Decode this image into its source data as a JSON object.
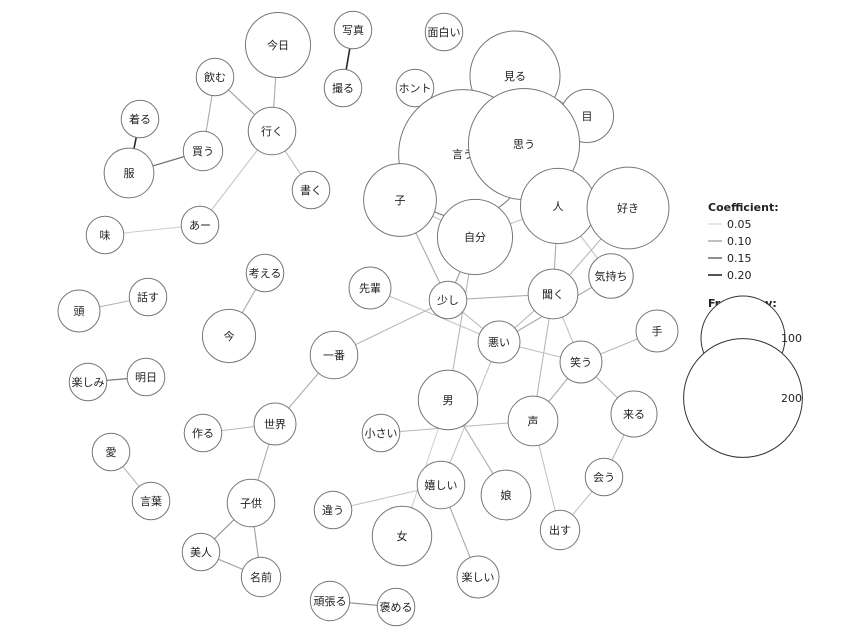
{
  "nodes": [
    {
      "id": "kyou",
      "label": "今日",
      "freq": 60
    },
    {
      "id": "shashin",
      "label": "写真",
      "freq": 20
    },
    {
      "id": "omoshiroi",
      "label": "面白い",
      "freq": 20
    },
    {
      "id": "nomu",
      "label": "飲む",
      "freq": 20
    },
    {
      "id": "toru",
      "label": "撮る",
      "freq": 20
    },
    {
      "id": "honto",
      "label": "ホント",
      "freq": 20
    },
    {
      "id": "miru",
      "label": "見る",
      "freq": 115
    },
    {
      "id": "me",
      "label": "目",
      "freq": 40
    },
    {
      "id": "kiru",
      "label": "着る",
      "freq": 20
    },
    {
      "id": "iku",
      "label": "行く",
      "freq": 32
    },
    {
      "id": "kau",
      "label": "買う",
      "freq": 22
    },
    {
      "id": "iu",
      "label": "言う",
      "freq": 235
    },
    {
      "id": "omou",
      "label": "思う",
      "freq": 175
    },
    {
      "id": "fuku",
      "label": "服",
      "freq": 35
    },
    {
      "id": "kaku",
      "label": "書く",
      "freq": 20
    },
    {
      "id": "ko",
      "label": "子",
      "freq": 75
    },
    {
      "id": "hito",
      "label": "人",
      "freq": 80
    },
    {
      "id": "suki",
      "label": "好き",
      "freq": 95
    },
    {
      "id": "aa",
      "label": "あー",
      "freq": 20
    },
    {
      "id": "aji",
      "label": "味",
      "freq": 20
    },
    {
      "id": "jibun",
      "label": "自分",
      "freq": 80
    },
    {
      "id": "kangaeru",
      "label": "考える",
      "freq": 20
    },
    {
      "id": "kimochi",
      "label": "気持ち",
      "freq": 28
    },
    {
      "id": "senpai",
      "label": "先輩",
      "freq": 25
    },
    {
      "id": "kiku",
      "label": "聞く",
      "freq": 35
    },
    {
      "id": "atama",
      "label": "頭",
      "freq": 25
    },
    {
      "id": "hanasu",
      "label": "話す",
      "freq": 20
    },
    {
      "id": "sukoshi",
      "label": "少し",
      "freq": 20
    },
    {
      "id": "ima",
      "label": "今",
      "freq": 40
    },
    {
      "id": "te",
      "label": "手",
      "freq": 25
    },
    {
      "id": "ichiban",
      "label": "一番",
      "freq": 32
    },
    {
      "id": "warui",
      "label": "悪い",
      "freq": 25
    },
    {
      "id": "warau",
      "label": "笑う",
      "freq": 25
    },
    {
      "id": "tanoshimi",
      "label": "楽しみ",
      "freq": 20
    },
    {
      "id": "ashita",
      "label": "明日",
      "freq": 20
    },
    {
      "id": "otoko",
      "label": "男",
      "freq": 50
    },
    {
      "id": "kuru",
      "label": "来る",
      "freq": 30
    },
    {
      "id": "tsukuru",
      "label": "作る",
      "freq": 20
    },
    {
      "id": "sekai",
      "label": "世界",
      "freq": 25
    },
    {
      "id": "chiisai",
      "label": "小さい",
      "freq": 20
    },
    {
      "id": "koe",
      "label": "声",
      "freq": 35
    },
    {
      "id": "ai",
      "label": "愛",
      "freq": 20
    },
    {
      "id": "au",
      "label": "会う",
      "freq": 20
    },
    {
      "id": "ureshii",
      "label": "嬉しい",
      "freq": 32
    },
    {
      "id": "musume",
      "label": "娘",
      "freq": 35
    },
    {
      "id": "kotoba",
      "label": "言葉",
      "freq": 20
    },
    {
      "id": "kodomo",
      "label": "子供",
      "freq": 32
    },
    {
      "id": "chigau",
      "label": "違う",
      "freq": 20
    },
    {
      "id": "dasu",
      "label": "出す",
      "freq": 22
    },
    {
      "id": "onna",
      "label": "女",
      "freq": 50
    },
    {
      "id": "bijin",
      "label": "美人",
      "freq": 20
    },
    {
      "id": "namae",
      "label": "名前",
      "freq": 22
    },
    {
      "id": "tanoshii",
      "label": "楽しい",
      "freq": 25
    },
    {
      "id": "ganbaru",
      "label": "頑張る",
      "freq": 22
    },
    {
      "id": "homeru",
      "label": "褒める",
      "freq": 20
    }
  ],
  "edges": [
    {
      "a": "kyou",
      "b": "iku",
      "coef": 0.08
    },
    {
      "a": "shashin",
      "b": "toru",
      "coef": 0.22
    },
    {
      "a": "nomu",
      "b": "kau",
      "coef": 0.08
    },
    {
      "a": "nomu",
      "b": "iku",
      "coef": 0.09
    },
    {
      "a": "iku",
      "b": "kaku",
      "coef": 0.07
    },
    {
      "a": "iku",
      "b": "aa",
      "coef": 0.06
    },
    {
      "a": "kiru",
      "b": "fuku",
      "coef": 0.2
    },
    {
      "a": "fuku",
      "b": "kau",
      "coef": 0.13
    },
    {
      "a": "aji",
      "b": "aa",
      "coef": 0.05
    },
    {
      "a": "miru",
      "b": "iu",
      "coef": 0.06
    },
    {
      "a": "miru",
      "b": "omou",
      "coef": 0.07
    },
    {
      "a": "miru",
      "b": "me",
      "coef": 0.07
    },
    {
      "a": "iu",
      "b": "omou",
      "coef": 0.05
    },
    {
      "a": "iu",
      "b": "ko",
      "coef": 0.08
    },
    {
      "a": "iu",
      "b": "hito",
      "coef": 0.09
    },
    {
      "a": "iu",
      "b": "jibun",
      "coef": 0.07
    },
    {
      "a": "omou",
      "b": "jibun",
      "coef": 0.08
    },
    {
      "a": "omou",
      "b": "hito",
      "coef": 0.07
    },
    {
      "a": "ko",
      "b": "jibun",
      "coef": 0.06
    },
    {
      "a": "ko",
      "b": "sukoshi",
      "coef": 0.08
    },
    {
      "a": "hito",
      "b": "suki",
      "coef": 0.08
    },
    {
      "a": "hito",
      "b": "jibun",
      "coef": 0.06
    },
    {
      "a": "hito",
      "b": "kiku",
      "coef": 0.08
    },
    {
      "a": "hito",
      "b": "kimochi",
      "coef": 0.06
    },
    {
      "a": "suki",
      "b": "kiku",
      "coef": 0.07
    },
    {
      "a": "jibun",
      "b": "sukoshi",
      "coef": 0.09
    },
    {
      "a": "jibun",
      "b": "otoko",
      "coef": 0.07
    },
    {
      "a": "kangaeru",
      "b": "ima",
      "coef": 0.08
    },
    {
      "a": "senpai",
      "b": "warui",
      "coef": 0.06
    },
    {
      "a": "kiku",
      "b": "sukoshi",
      "coef": 0.08
    },
    {
      "a": "kiku",
      "b": "warui",
      "coef": 0.07
    },
    {
      "a": "kiku",
      "b": "warau",
      "coef": 0.06
    },
    {
      "a": "kiku",
      "b": "koe",
      "coef": 0.07
    },
    {
      "a": "kimochi",
      "b": "warui",
      "coef": 0.08
    },
    {
      "a": "atama",
      "b": "hanasu",
      "coef": 0.07
    },
    {
      "a": "sukoshi",
      "b": "warui",
      "coef": 0.07
    },
    {
      "a": "sukoshi",
      "b": "ichiban",
      "coef": 0.07
    },
    {
      "a": "warui",
      "b": "ureshii",
      "coef": 0.06
    },
    {
      "a": "warui",
      "b": "warau",
      "coef": 0.06
    },
    {
      "a": "te",
      "b": "warau",
      "coef": 0.07
    },
    {
      "a": "warau",
      "b": "koe",
      "coef": 0.08
    },
    {
      "a": "warau",
      "b": "kuru",
      "coef": 0.07
    },
    {
      "a": "tanoshimi",
      "b": "ashita",
      "coef": 0.12
    },
    {
      "a": "ichiban",
      "b": "sekai",
      "coef": 0.08
    },
    {
      "a": "otoko",
      "b": "musume",
      "coef": 0.08
    },
    {
      "a": "otoko",
      "b": "onna",
      "coef": 0.05
    },
    {
      "a": "tsukuru",
      "b": "sekai",
      "coef": 0.07
    },
    {
      "a": "sekai",
      "b": "kodomo",
      "coef": 0.08
    },
    {
      "a": "chiisai",
      "b": "koe",
      "coef": 0.07
    },
    {
      "a": "koe",
      "b": "dasu",
      "coef": 0.06
    },
    {
      "a": "kuru",
      "b": "au",
      "coef": 0.07
    },
    {
      "a": "au",
      "b": "dasu",
      "coef": 0.06
    },
    {
      "a": "ai",
      "b": "kotoba",
      "coef": 0.07
    },
    {
      "a": "ureshii",
      "b": "chigau",
      "coef": 0.06
    },
    {
      "a": "ureshii",
      "b": "tanoshii",
      "coef": 0.08
    },
    {
      "a": "kodomo",
      "b": "bijin",
      "coef": 0.1
    },
    {
      "a": "kodomo",
      "b": "namae",
      "coef": 0.09
    },
    {
      "a": "bijin",
      "b": "namae",
      "coef": 0.09
    },
    {
      "a": "ganbaru",
      "b": "homeru",
      "coef": 0.1
    }
  ],
  "legend": {
    "coef_title": "Coefficient:",
    "coef_items": [
      {
        "label": "0.05",
        "value": 0.05
      },
      {
        "label": "0.10",
        "value": 0.1
      },
      {
        "label": "0.15",
        "value": 0.15
      },
      {
        "label": "0.20",
        "value": 0.2
      }
    ],
    "freq_title": "Frequency:",
    "freq_items": [
      {
        "label": "100",
        "value": 100
      },
      {
        "label": "200",
        "value": 200
      }
    ]
  }
}
